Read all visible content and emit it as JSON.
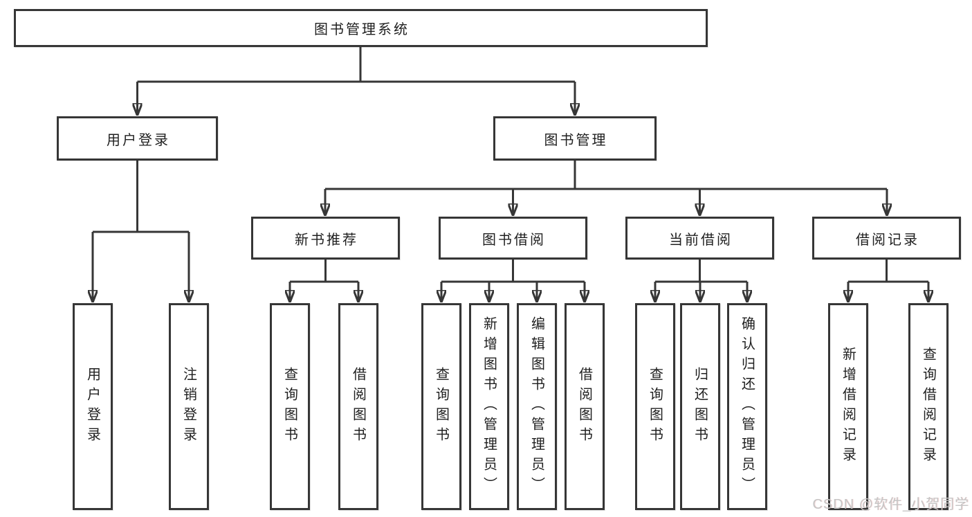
{
  "tree": {
    "root": "图书管理系统",
    "user_login": {
      "label": "用户登录",
      "children": {
        "login": "用户登录",
        "logout": "注销登录"
      }
    },
    "book_mgmt": {
      "label": "图书管理",
      "children": {
        "new_book": {
          "label": "新书推荐",
          "children": {
            "query": "查询图书",
            "borrow": "借阅图书"
          }
        },
        "borrow": {
          "label": "图书借阅",
          "children": {
            "query": "查询图书",
            "add": "新增图书（管理员）",
            "edit": "编辑图书（管理员）",
            "borrow": "借阅图书"
          }
        },
        "current": {
          "label": "当前借阅",
          "children": {
            "query": "查询图书",
            "return": "归还图书",
            "confirm": "确认归还（管理员）"
          }
        },
        "record": {
          "label": "借阅记录",
          "children": {
            "add": "新增借阅记录",
            "query": "查询借阅记录"
          }
        }
      }
    }
  },
  "watermark": {
    "text": "CSDN @软件_小贺同学"
  },
  "colors": {
    "line": "#363636",
    "text": "#1f1f1f",
    "background": "#ffffff",
    "watermark": "#c6c6c6"
  }
}
